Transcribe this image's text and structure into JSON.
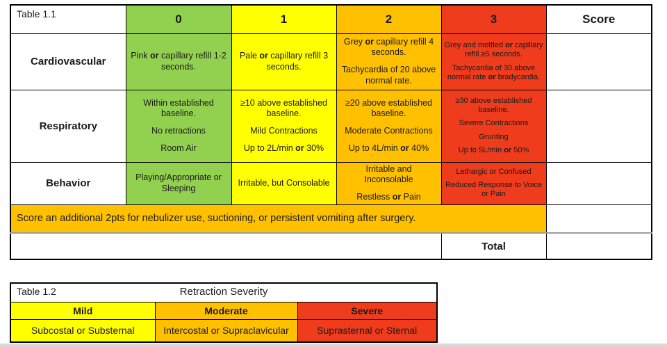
{
  "colors": {
    "green": "#92d050",
    "yellow": "#ffff00",
    "orange": "#ffc000",
    "red": "#ee3c1c"
  },
  "table1": {
    "caption": "Table 1.1",
    "column_headers": [
      "0",
      "1",
      "2",
      "3",
      "Score"
    ],
    "rows": [
      {
        "label": "Cardiovascular",
        "cells": [
          [
            "Pink **or** capillary refill 1-2 seconds."
          ],
          [
            "Pale **or** capillary refill 3 seconds."
          ],
          [
            "Grey **or** capillary refill 4 seconds.",
            "Tachycardia of 20 above normal rate."
          ],
          [
            "Grey and mottled **or** capillary refill ≥5 seconds.",
            "Tachycardia of 30 above normal rate **or** bradycardia."
          ]
        ]
      },
      {
        "label": "Respiratory",
        "cells": [
          [
            "Within established baseline.",
            "No retractions",
            "Room Air"
          ],
          [
            "≥10 above established baseline.",
            "Mild Contractions",
            "Up to 2L/min **or** 30%"
          ],
          [
            "≥20 above established baseline.",
            "Moderate Contractions",
            "Up to 4L/min **or** 40%"
          ],
          [
            "≥30 above established baseline.",
            "Severe Contractions",
            "Grunting",
            "Up to 5L/min **or** 50%"
          ]
        ]
      },
      {
        "label": "Behavior",
        "cells": [
          [
            "Playing/Appropriate or Sleeping"
          ],
          [
            "Irritable, but Consolable"
          ],
          [
            "Irritable and Inconsolable",
            "Restless **or** Pain"
          ],
          [
            "Lethargic or Confused",
            "Reduced Response to Voice or Pain"
          ]
        ]
      }
    ],
    "footer_note": "Score an additional 2pts for nebulizer use, suctioning, or persistent vomiting after surgery.",
    "total_label": "Total"
  },
  "table2": {
    "caption": "Table 1.2",
    "title": "Retraction Severity",
    "column_headers": [
      "Mild",
      "Moderate",
      "Severe"
    ],
    "values": [
      "Subcostal or Substernal",
      "Intercostal or Supraclavicular",
      "Suprasternal or Sternal"
    ]
  }
}
